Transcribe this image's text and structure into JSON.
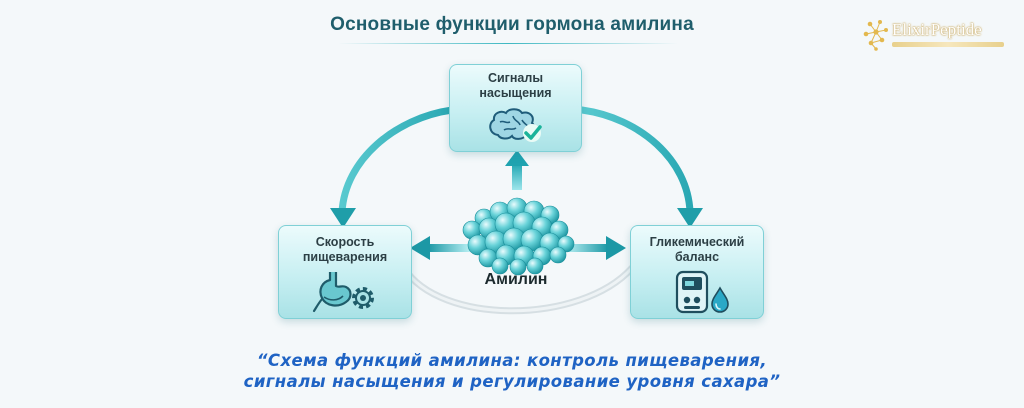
{
  "header": {
    "title": "Основные функции гормона амилина"
  },
  "logo": {
    "name": "ElixirPeptide"
  },
  "diagram": {
    "center_label": "Амилин",
    "nodes": [
      {
        "id": "satiety",
        "label_line1": "Сигналы",
        "label_line2": "насыщения",
        "icon": "brain-check-icon"
      },
      {
        "id": "digestion",
        "label_line1": "Скорость",
        "label_line2": "пищеварения",
        "icon": "stomach-gear-icon"
      },
      {
        "id": "glycemic",
        "label_line1": "Гликемический",
        "label_line2": "баланс",
        "icon": "glucometer-drop-icon"
      }
    ],
    "colors": {
      "accent": "#2bb1bc",
      "arrow_dark": "#1c8f9a",
      "ring": "#d7e0e4",
      "caption": "#1f63c4"
    }
  },
  "caption": {
    "line1": "“Схема функций амилина: контроль пищеварения,",
    "line2": "сигналы насыщения и регулирование уровня сахара”"
  }
}
